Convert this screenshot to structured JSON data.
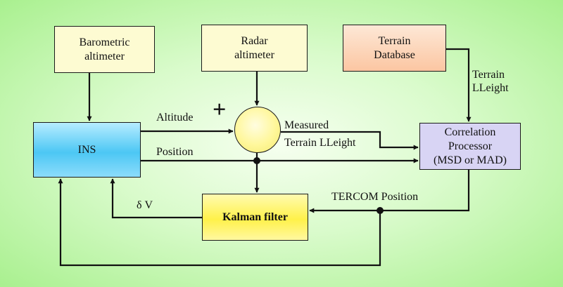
{
  "blocks": {
    "barometric_altimeter": "Barometric\naltimeter",
    "radar_altimeter": "Radar\naltimeter",
    "terrain_database": "Terrain\nDatabase",
    "ins": "INS",
    "kalman_filter": "Kalman filter",
    "correlation_processor": "Correlation\nProcessor\n(MSD or MAD)"
  },
  "signals": {
    "altitude": "Altitude",
    "position": "Position",
    "measured_terrain_height": "Measured\nTerrain LLeight",
    "terrain_height": "Terrain\nLLeight",
    "tercom_position": "TERCOM Position",
    "delta_v": "δ V",
    "plus": "+"
  }
}
